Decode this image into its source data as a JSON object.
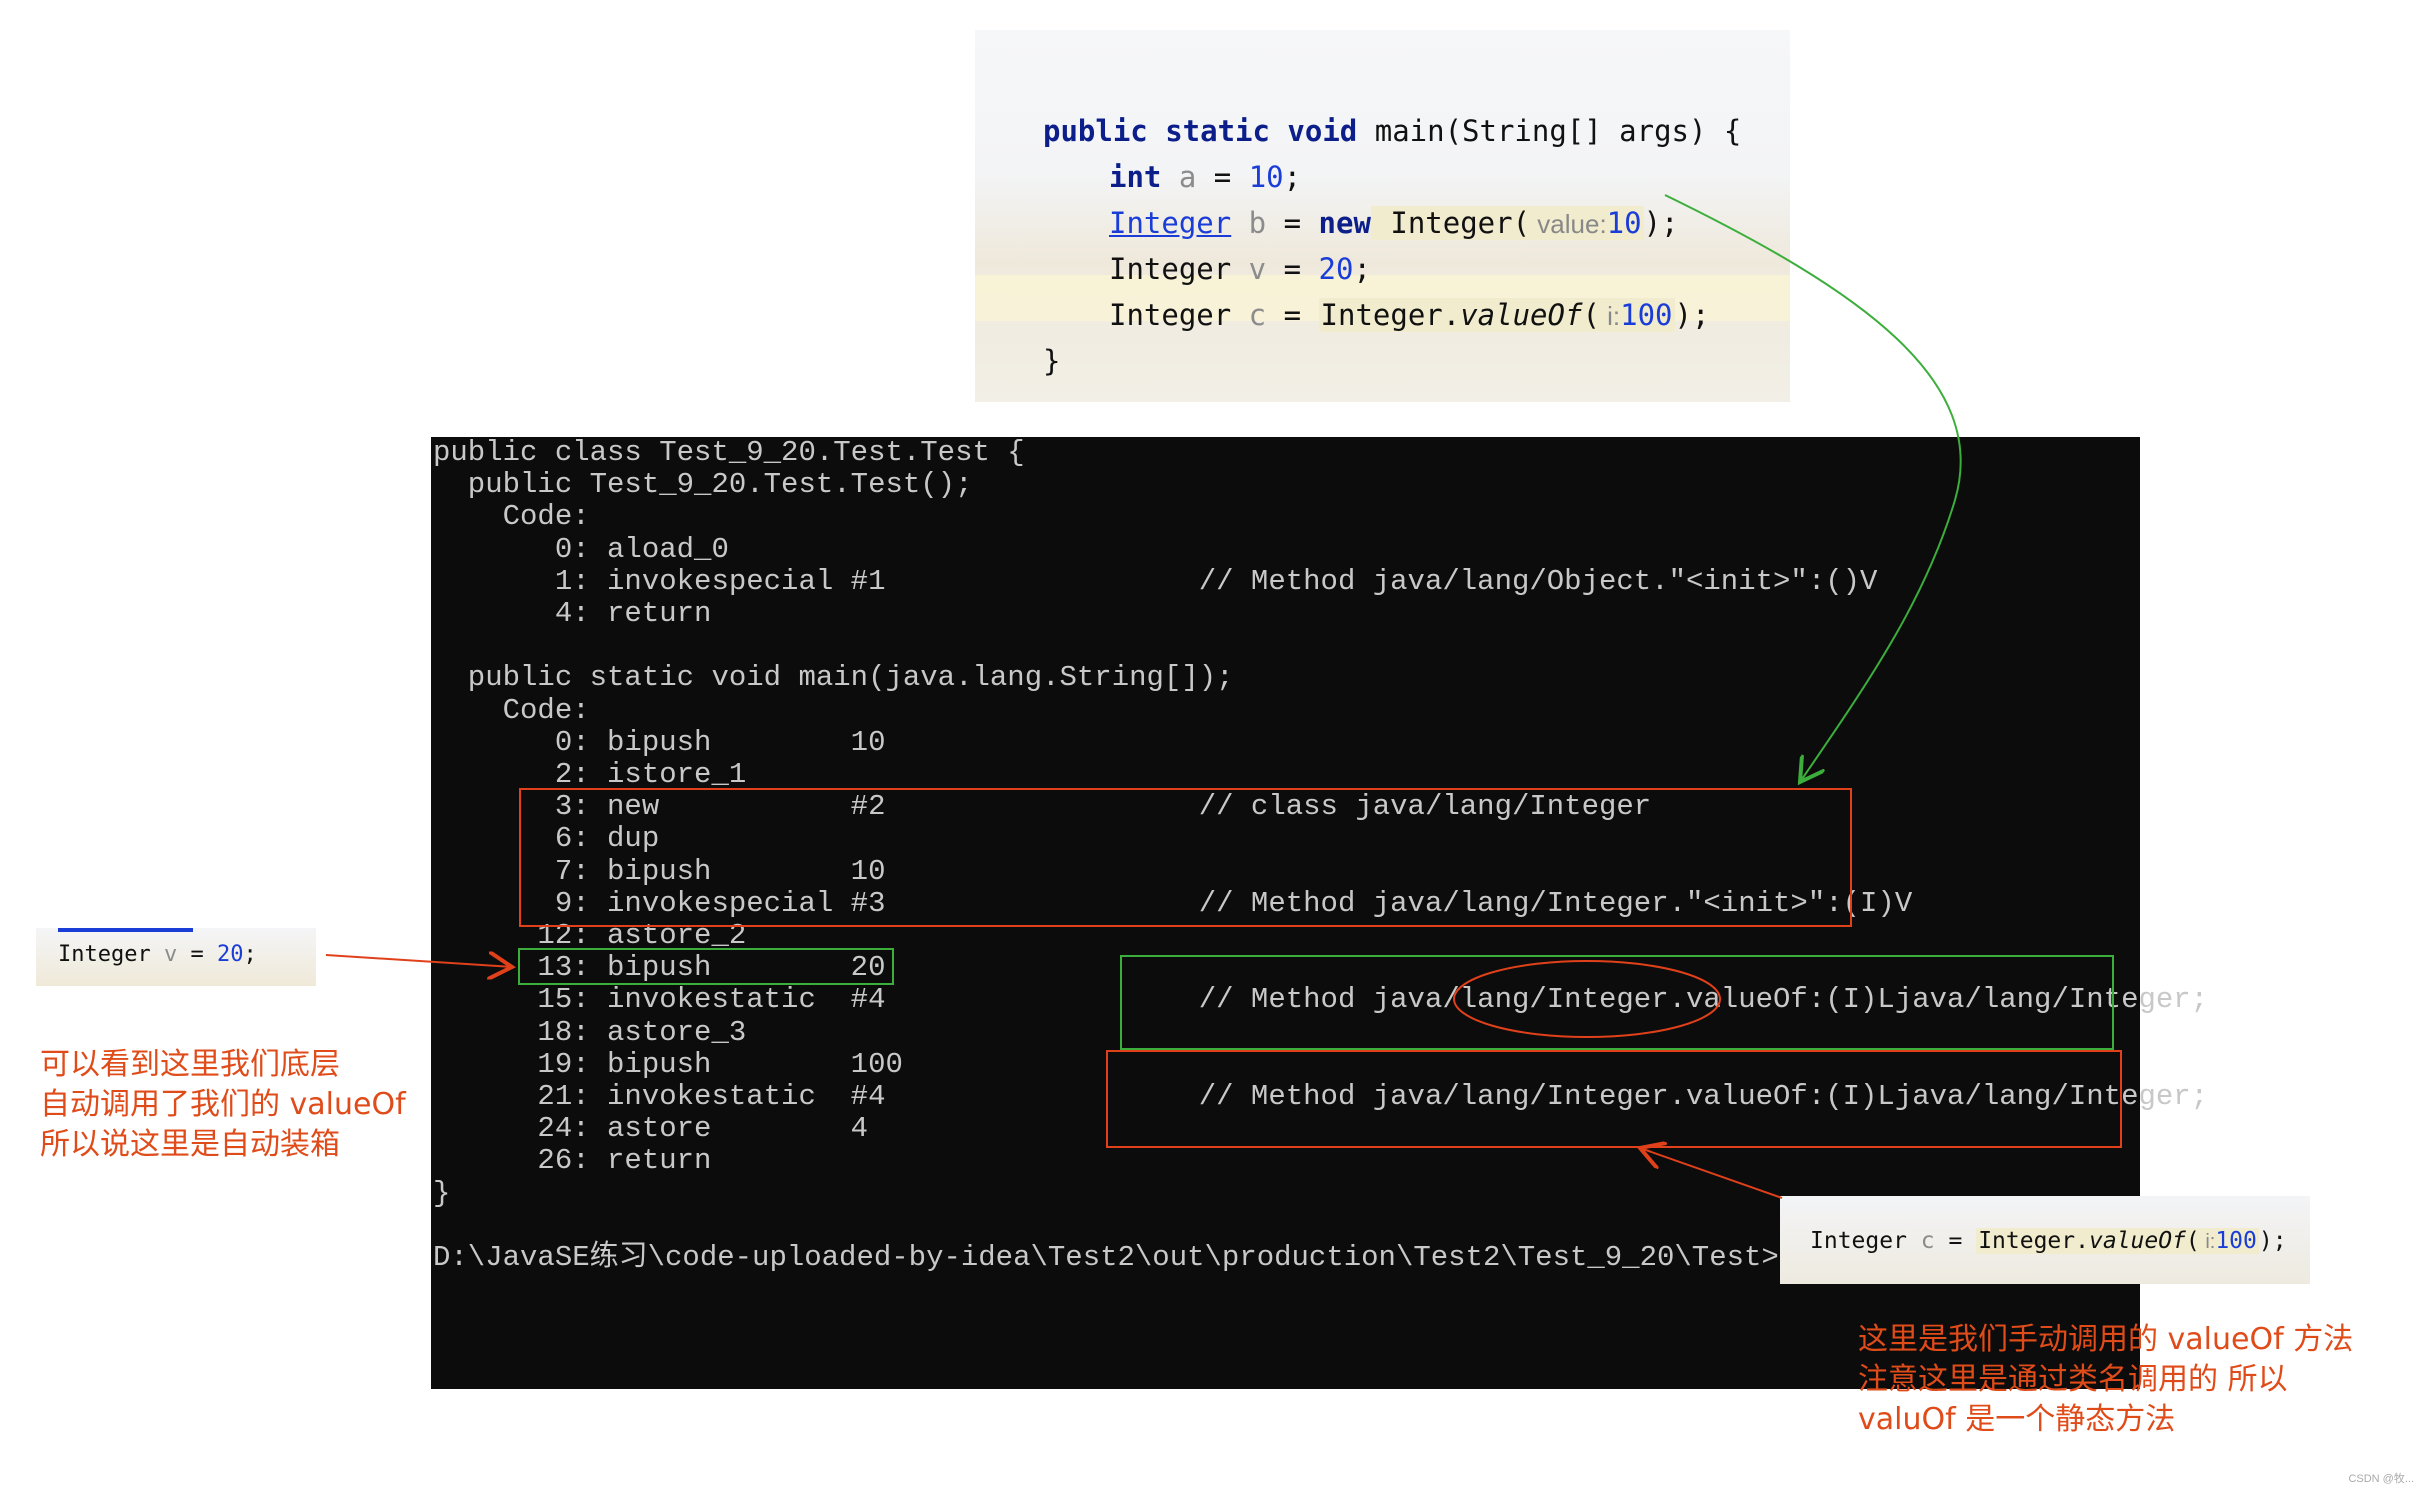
{
  "ide_top": {
    "line1_kw": "public static void",
    "line1_rest": " main(String[] args) {",
    "line2_kw": "int",
    "line2_var": " a",
    "line2_eq": " = ",
    "line2_num": "10",
    "line2_end": ";",
    "line3_cls": "Integer",
    "line3_var": " b",
    "line3_eq": " = ",
    "line3_kw": "new",
    "line3_call": " Integer(",
    "line3_hint": " value:",
    "line3_num": "10",
    "line3_end": ");",
    "line4_type": "Integer",
    "line4_var": " v",
    "line4_eq": " = ",
    "line4_num": "20",
    "line4_end": ";",
    "line5_type": "Integer",
    "line5_var": " c",
    "line5_eq": " = ",
    "line5_call": "Integer.",
    "line5_method": "valueOf",
    "line5_paren": "(",
    "line5_hint": " i:",
    "line5_num": "100",
    "line5_end": ");",
    "line6": "}"
  },
  "console": {
    "lines": [
      "public class Test_9_20.Test.Test {",
      "  public Test_9_20.Test.Test();",
      "    Code:",
      "       0: aload_0",
      "       1: invokespecial #1                  // Method java/lang/Object.\"<init>\":()V",
      "       4: return",
      "",
      "  public static void main(java.lang.String[]);",
      "    Code:",
      "       0: bipush        10",
      "       2: istore_1",
      "       3: new           #2                  // class java/lang/Integer",
      "       6: dup",
      "       7: bipush        10",
      "       9: invokespecial #3                  // Method java/lang/Integer.\"<init>\":(I)V",
      "      12: astore_2",
      "      13: bipush        20",
      "      15: invokestatic  #4                  // Method java/lang/Integer.valueOf:(I)Ljava/lang/Integer;",
      "      18: astore_3",
      "      19: bipush        100",
      "      21: invokestatic  #4                  // Method java/lang/Integer.valueOf:(I)Ljava/lang/Integer;",
      "      24: astore        4",
      "      26: return",
      "}",
      "",
      "D:\\JavaSE练习\\code-uploaded-by-idea\\Test2\\out\\production\\Test2\\Test_9_20\\Test>"
    ]
  },
  "ide_left": {
    "type": "Integer",
    "var": " v",
    "eq": " = ",
    "num": "20",
    "end": ";"
  },
  "ide_right": {
    "type": "Integer",
    "var": " c",
    "eq": " = ",
    "call": "Integer.",
    "method": "valueOf",
    "paren": "(",
    "hint": " i:",
    "num": "100",
    "end": ");"
  },
  "notes": {
    "left_1": "可以看到这里我们底层",
    "left_2": "自动调用了我们的 valueOf",
    "left_3": "所以说这里是自动装箱",
    "right_1": "这里是我们手动调用的 valueOf 方法",
    "right_2": "注意这里是通过类名调用的 所以",
    "right_3": "valuOf 是一个静态方法"
  },
  "watermark": "CSDN @牧...",
  "colors": {
    "annotation_red": "#e0401a",
    "annotation_green": "#3cae3c",
    "console_bg": "#0c0c0c",
    "keyword": "#0b1e8a",
    "number": "#1a3dd8"
  }
}
